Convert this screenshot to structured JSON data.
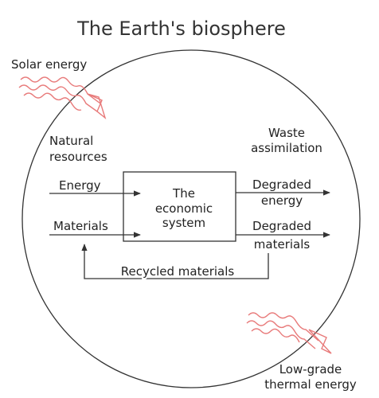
{
  "title": "The Earth's biosphere",
  "labels": {
    "solar_energy": "Solar energy",
    "natural_resources_line1": "Natural",
    "natural_resources_line2": "resources",
    "waste_assimilation_line1": "Waste",
    "waste_assimilation_line2": "assimilation",
    "energy": "Energy",
    "materials": "Materials",
    "economic_system_line1": "The",
    "economic_system_line2": "economic",
    "economic_system_line3": "system",
    "degraded_energy_line1": "Degraded",
    "degraded_energy_line2": "energy",
    "degraded_materials_line1": "Degraded",
    "degraded_materials_line2": "materials",
    "recycled_materials": "Recycled materials",
    "low_grade_line1": "Low-grade",
    "low_grade_line2": "thermal energy"
  },
  "colors": {
    "line": "#333333",
    "wavy_arrow": "#e87a7a"
  }
}
